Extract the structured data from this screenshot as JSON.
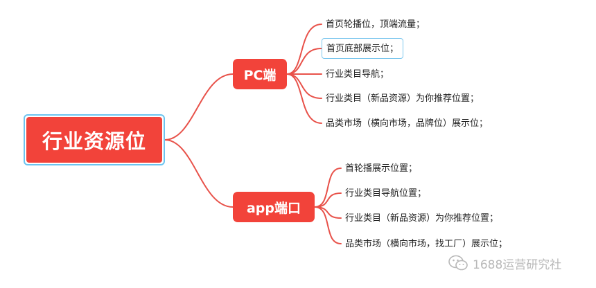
{
  "root": {
    "label": "行业资源位"
  },
  "branches": [
    {
      "label": "PC端",
      "leaves": [
        "首页轮播位，顶端流量；",
        "首页底部展示位；",
        "行业类目导航；",
        "行业类目（新品资源）为你推荐位置；",
        "品类市场（横向市场，品牌位）展示位；"
      ]
    },
    {
      "label": "app端口",
      "leaves": [
        "首轮播展示位置；",
        "行业类目导航位置；",
        "行业类目（新品资源）为你推荐位置；",
        "品类市场（横向市场，找工厂）展示位；"
      ]
    }
  ],
  "watermark": {
    "text": "1688运营研究社",
    "icon": "wechat-icon"
  },
  "colors": {
    "accent": "#f2433a",
    "link": "#e8524a",
    "selection": "#7cc7ee"
  }
}
